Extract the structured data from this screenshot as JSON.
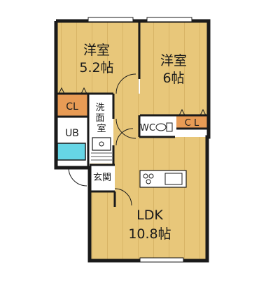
{
  "rooms": {
    "western_room_1": {
      "name": "洋室",
      "size": "5.2帖"
    },
    "western_room_2": {
      "name": "洋室",
      "size": "6帖"
    },
    "ldk": {
      "name": "LDK",
      "size": "10.8帖"
    },
    "closet_1": "CL",
    "closet_2": "C L",
    "unit_bath": "UB",
    "washroom": "洗面室",
    "toilet": "WC",
    "entrance": "玄関"
  },
  "colors": {
    "floor_wood": "#e8c77a",
    "closet": "#e89b55",
    "bath": "#ffffff",
    "tub": "#66d6e6",
    "wall": "#1a1a1a"
  }
}
